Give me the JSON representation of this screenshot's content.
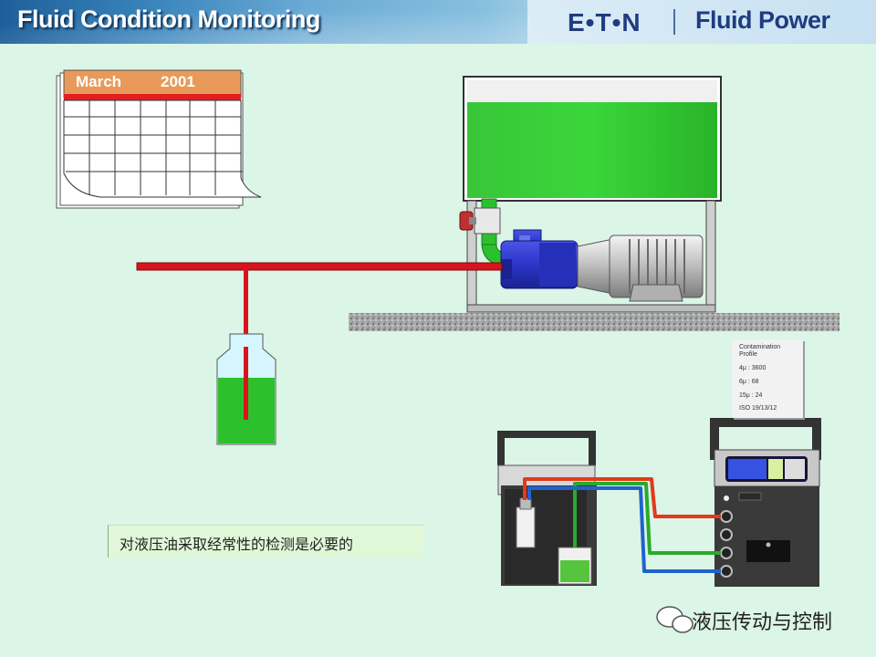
{
  "header": {
    "title": "Fluid Condition Monitoring",
    "logo": "E•T•N",
    "subtitle": "Fluid Power"
  },
  "calendar": {
    "month": "March",
    "year": "2001"
  },
  "caption": "对液压油采取经常性的检测是必要的",
  "profile": {
    "title_line1": "Contamination",
    "title_line2": "Profile",
    "line1": "4μ : 3600",
    "line2": "6μ : 68",
    "line3": "15μ : 24",
    "line4": "ISO  19/13/12"
  },
  "watermark": {
    "icon": "wechat-icon",
    "text": "液压传动与控制"
  },
  "colors": {
    "background": "#dbf5e6",
    "oil": "#2cc12c",
    "sample_line": "#d8141e",
    "hose_red": "#e23a1a",
    "hose_green": "#2aaa2a",
    "hose_blue": "#1f63d0",
    "pump": "#2b35c9"
  }
}
